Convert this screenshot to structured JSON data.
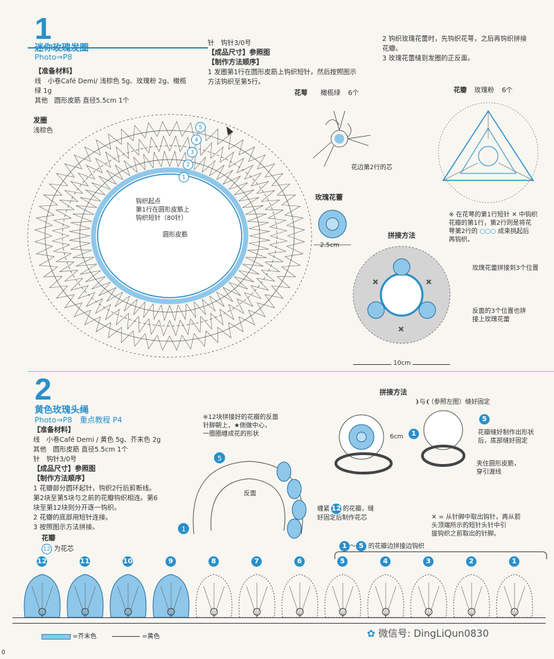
{
  "part1": {
    "number": "1",
    "title": "迷你玫瑰发圈",
    "photo": "Photo⇒P8",
    "materials_header": "【准备材料】",
    "material_line1": "线　小卷Café Demi/ 浅棕色 5g、玫瑰粉 2g、橄榄",
    "material_line2": "绿 1g",
    "material_other": "其他　圆形皮筋 直径5.5cm 1个",
    "needle": "针　钩针3/0号",
    "size_header": "【成品尺寸】参照图",
    "method_header": "【制作方法顺序】",
    "step1_a": "1 发圈第1行在圆形皮筋上钩织短针，然后按照图示",
    "step1_b": "方法钩织至第5行。",
    "step2_a": "2 钩织玫瑰花蕾时，先钩织花萼，之后再钩织拼接",
    "step2_b": "花瓣。",
    "step3": "3 玫瑰花蕾缝到发圈的正反面。",
    "scrunchie_label": "发圈",
    "scrunchie_color": "浅棕色",
    "start_label": "钩织起点",
    "start_line2": "第1行在圆形皮筋上",
    "start_line3": "钩织短针（80针）",
    "elastic_label": "圆形皮筋",
    "sepal_label": "花萼",
    "sepal_color": "橄榄绿",
    "sepal_count": "6个",
    "sepal_core": "花边第2行的芯",
    "petal_label": "花瓣",
    "petal_color": "玫瑰粉",
    "petal_count": "6个",
    "note_a": "※ 在花萼的第1行短针 ✕ 中钩织",
    "note_b": "花瓣的第1行，第2行则是将花",
    "note_c": "萼第2行的",
    "note_d": "成束挑起后",
    "note_e": "再钩织。",
    "bud_label": "玫瑰花蕾",
    "bud_size": "2.5cm",
    "assembly_label": "拼接方法",
    "assembly_note1": "玫瑰花蕾拼接到3个位置",
    "assembly_note2a": "反面的3个位置也拼",
    "assembly_note2b": "接上玫瑰花蕾",
    "width_label": "10cm",
    "row_nums": [
      "5",
      "4",
      "3",
      "2",
      "1"
    ]
  },
  "part2": {
    "number": "2",
    "title": "黄色玫瑰头绳",
    "photo": "Photo⇒P8　重点教程 P4",
    "materials_header": "【准备材料】",
    "material_line1": "线　小卷Café Demi / 黄色 5g、芥末色 2g",
    "material_other": "其他　圆形皮筋 直径5.5cm 1个",
    "needle": "针　钩针3/0号",
    "size_header": "【成品尺寸】参照图",
    "method_header": "【制作方法顺序】",
    "step1_a": "1 花瓣部分圆环起针，钩织2行后剪断线。",
    "step1_b": "第2块至第5块与之前的花瓣钩织相连。第6",
    "step1_c": "块至第12块则分开逐一钩织。",
    "step2": "2 花瓣的底部用短针连接。",
    "step3": "3 按照图示方法拼接。",
    "petals_label": "花瓣",
    "petal_core": "为花芯",
    "center_note_a": "※12块拼接好的花瓣的反面",
    "center_note_b": "针脚朝上，★侧做中心，",
    "center_note_c": "一圈圈缠成花的形状",
    "back_label": "反面",
    "wrap_a": "缠紧",
    "wrap_b": "的花瓣，缝",
    "wrap_c": "好固定后制作花芯",
    "assembly_label": "拼接方法",
    "assembly_sub": "❩与❨（参照左图）缝好固定",
    "height_label": "6cm",
    "sew_a": "花瓣缝好制作出形状",
    "sew_b": "后，底部缝好固定",
    "clip_a": "夹住圆形皮筋，",
    "clip_b": "穿引渡线",
    "pull_a": "✕ = 从针脚中取出钩针，再从箭",
    "pull_b": "头顶端所示的短针头针中引",
    "pull_c": "拔钩织之前取出的针脚。",
    "joined_label": "的花瓣边拼接边钩织",
    "joined_range": "～",
    "legend_mustard": "=芥末色",
    "legend_yellow": "=黄色",
    "petal_nums": [
      "12",
      "11",
      "10",
      "9",
      "8",
      "7",
      "6",
      "5",
      "4",
      "3",
      "2",
      "1"
    ]
  },
  "watermark": "微信号: DingLiQun0830",
  "page_number": "0"
}
